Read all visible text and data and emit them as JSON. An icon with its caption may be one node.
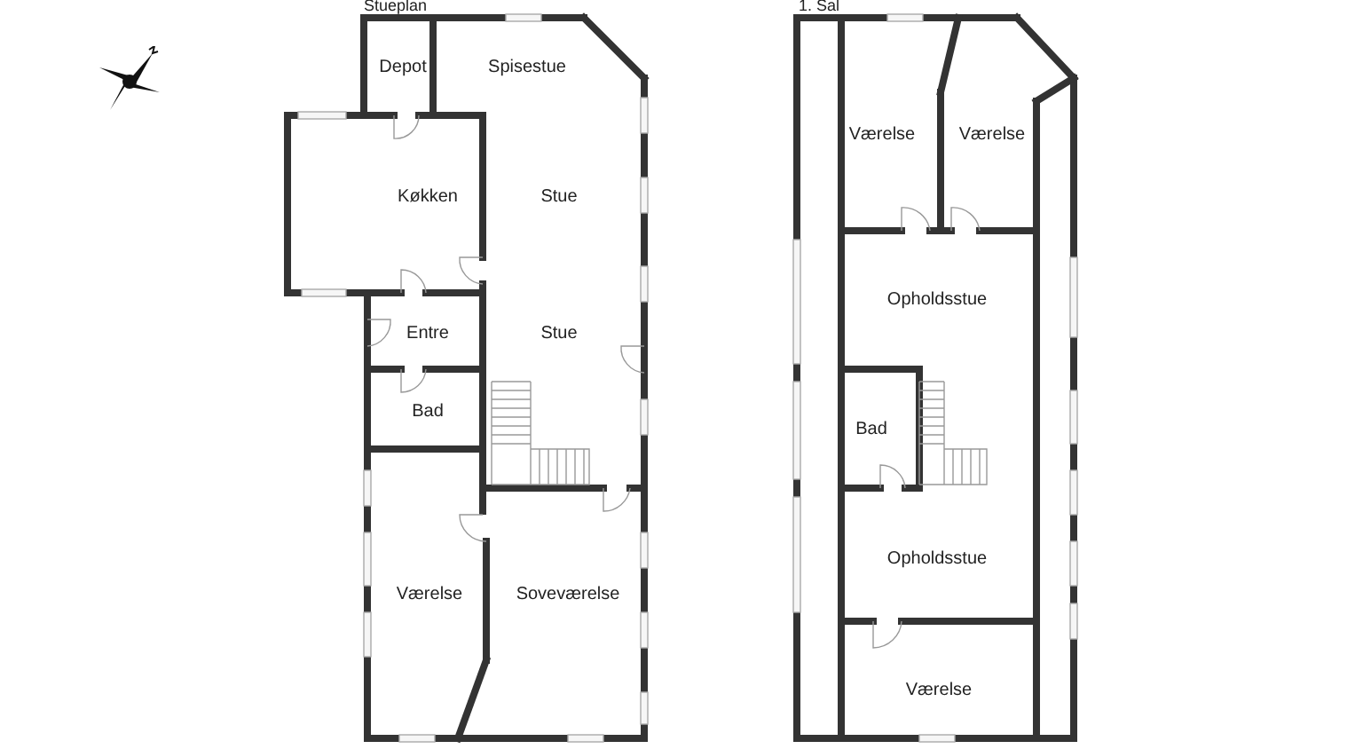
{
  "diagram": {
    "nodes": [
      {
        "text": [
          "Stueplan"
        ]
      },
      {
        "text": [
          "Depot"
        ],
        "in": 0
      },
      {
        "text": [
          "Spisestue"
        ],
        "in": 0
      },
      {
        "text": [
          "Køkken"
        ],
        "in": 0
      },
      {
        "text": [
          "Stue"
        ],
        "in": 0
      },
      {
        "text": [
          "Stue"
        ],
        "in": 0
      },
      {
        "text": [
          "Entre"
        ],
        "in": 0
      },
      {
        "text": [
          "Bad"
        ],
        "in": 0
      },
      {
        "text": [
          "Værelse"
        ],
        "in": 0
      },
      {
        "text": [
          "Soveværelse"
        ],
        "in": 0
      },
      {
        "text": [
          "1. Sal"
        ]
      },
      {
        "text": [
          "Værelse"
        ],
        "in": 10
      },
      {
        "text": [
          "Værelse"
        ],
        "in": 10
      },
      {
        "text": [
          "Opholdsstue"
        ],
        "in": 10
      },
      {
        "text": [
          "Bad"
        ],
        "in": 10
      },
      {
        "text": [
          "Opholdsstue"
        ],
        "in": 10
      },
      {
        "text": [
          "Værelse"
        ],
        "in": 10
      }
    ]
  }
}
